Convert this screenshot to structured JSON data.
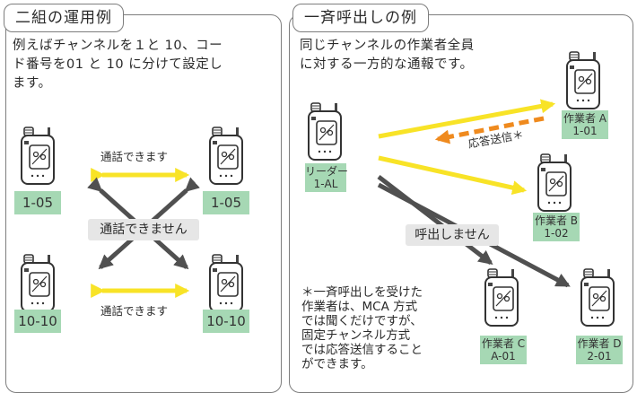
{
  "left": {
    "title": "二組の運用例",
    "body": "例えばチャンネルを１と 10、コー\nド番号を01 と 10 に分けて設定し\nます。",
    "device_labels": [
      "1-05",
      "1-05",
      "10-10",
      "10-10"
    ],
    "talk_label_top": "通話できます",
    "talk_label_bottom": "通話できます",
    "no_talk_label": "通話できません"
  },
  "right": {
    "title": "一斉呼出しの例",
    "body": "同じチャンネルの作業者全員\nに対する一方的な通報です。",
    "leader_label": "リーダー\n1-AL",
    "workers": [
      {
        "name": "作業者 A",
        "code": "1-01"
      },
      {
        "name": "作業者 B",
        "code": "1-02"
      },
      {
        "name": "作業者 C",
        "code": "A-01"
      },
      {
        "name": "作業者 D",
        "code": "2-01"
      }
    ],
    "reply_label": "応答送信＊",
    "no_call_label": "呼出しません",
    "footnote": "＊一斉呼出しを受けた\n作業者は、MCA 方式\nでは聞くだけですが、\n固定チャンネル方式\nでは応答送信すること\nができます。"
  },
  "colors": {
    "yellow_arrow": "#f8e327",
    "orange_arrow": "#ef8a1e",
    "dark_arrow": "#505050",
    "label_green": "#a6d8b4",
    "grey_box": "#e6e6e6"
  },
  "icons": {
    "device": "handheld-radio-icon"
  }
}
